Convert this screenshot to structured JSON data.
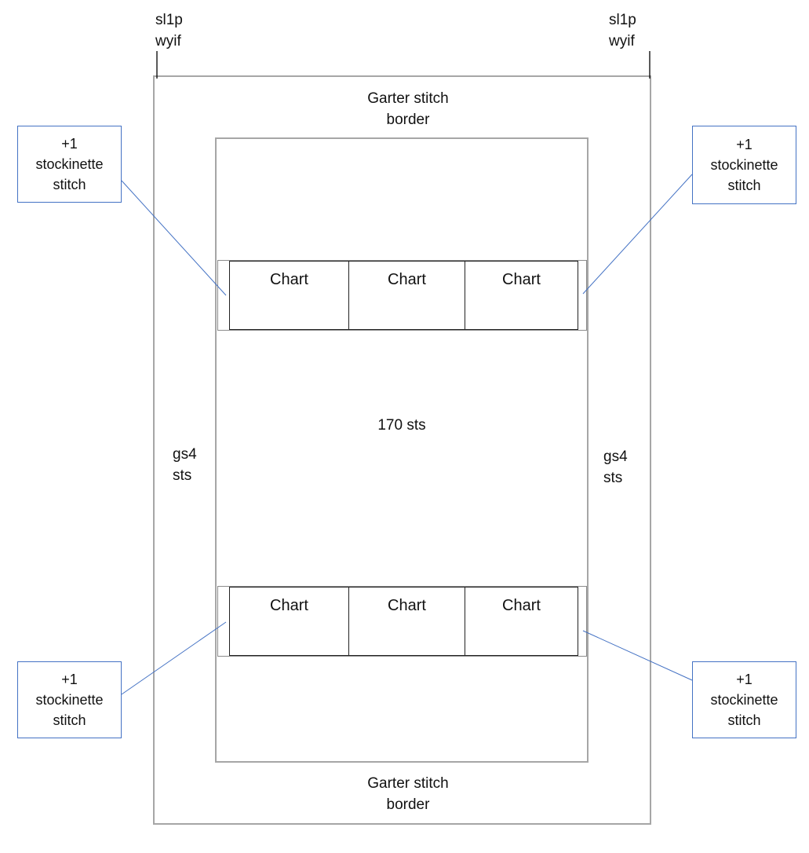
{
  "edges": {
    "left": "sl1p\nwyif",
    "right": "sl1p\nwyif"
  },
  "borders": {
    "top": "Garter stitch\nborder",
    "bottom": "Garter stitch\nborder"
  },
  "sides": {
    "left": "gs4\nsts",
    "right": "gs4\nsts"
  },
  "center": {
    "label": "170 sts"
  },
  "charts": {
    "top": [
      "Chart",
      "Chart",
      "Chart"
    ],
    "bottom": [
      "Chart",
      "Chart",
      "Chart"
    ]
  },
  "callouts": {
    "top_left": "+1\nstockinette\nstitch",
    "top_right": "+1\nstockinette\nstitch",
    "bottom_left": "+1\nstockinette\nstitch",
    "bottom_right": "+1\nstockinette\nstitch"
  },
  "colors": {
    "callout_line": "#4472c4",
    "outline": "#a6a6a6"
  }
}
